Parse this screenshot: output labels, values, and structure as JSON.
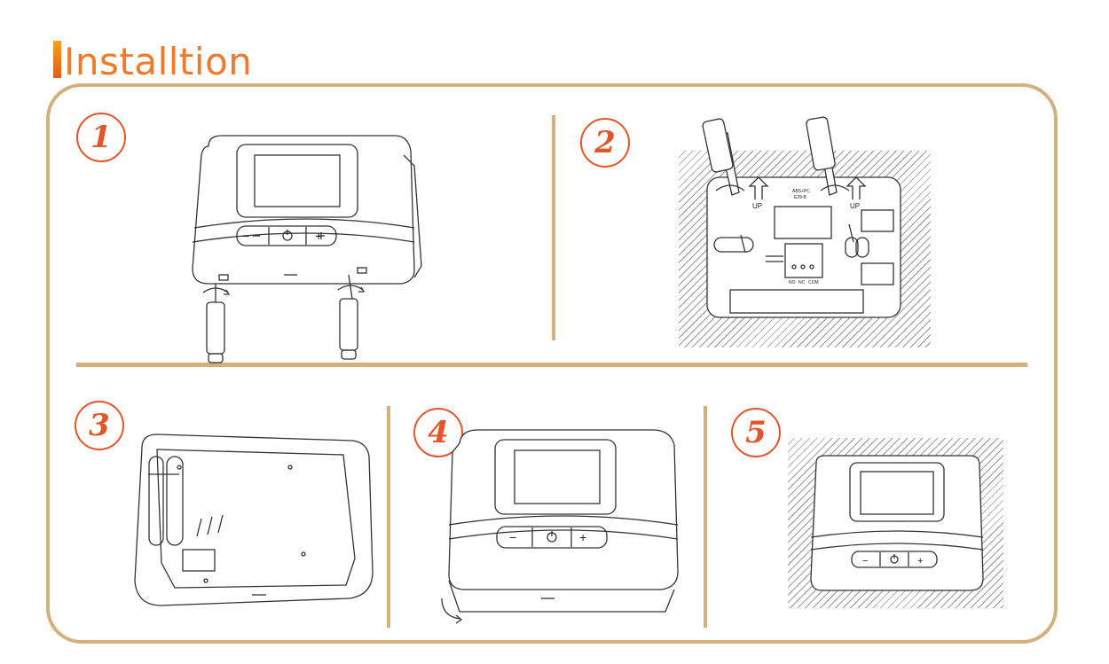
{
  "page": {
    "title": "Installtion"
  },
  "steps": [
    {
      "number": "1"
    },
    {
      "number": "2"
    },
    {
      "number": "3"
    },
    {
      "number": "4"
    },
    {
      "number": "5"
    }
  ],
  "labels": {
    "up_left": "UP",
    "up_right": "UP",
    "model_line1": "ABS+PC",
    "model_line2": "E29-B",
    "terminal_no": "NO",
    "terminal_nc": "NC",
    "terminal_com": "COM"
  },
  "buttons": {
    "minus": "−",
    "plus": "+"
  },
  "colors": {
    "frame": "#d3b07c",
    "step_number": "#e4552a",
    "title": "#ee7a2c"
  }
}
